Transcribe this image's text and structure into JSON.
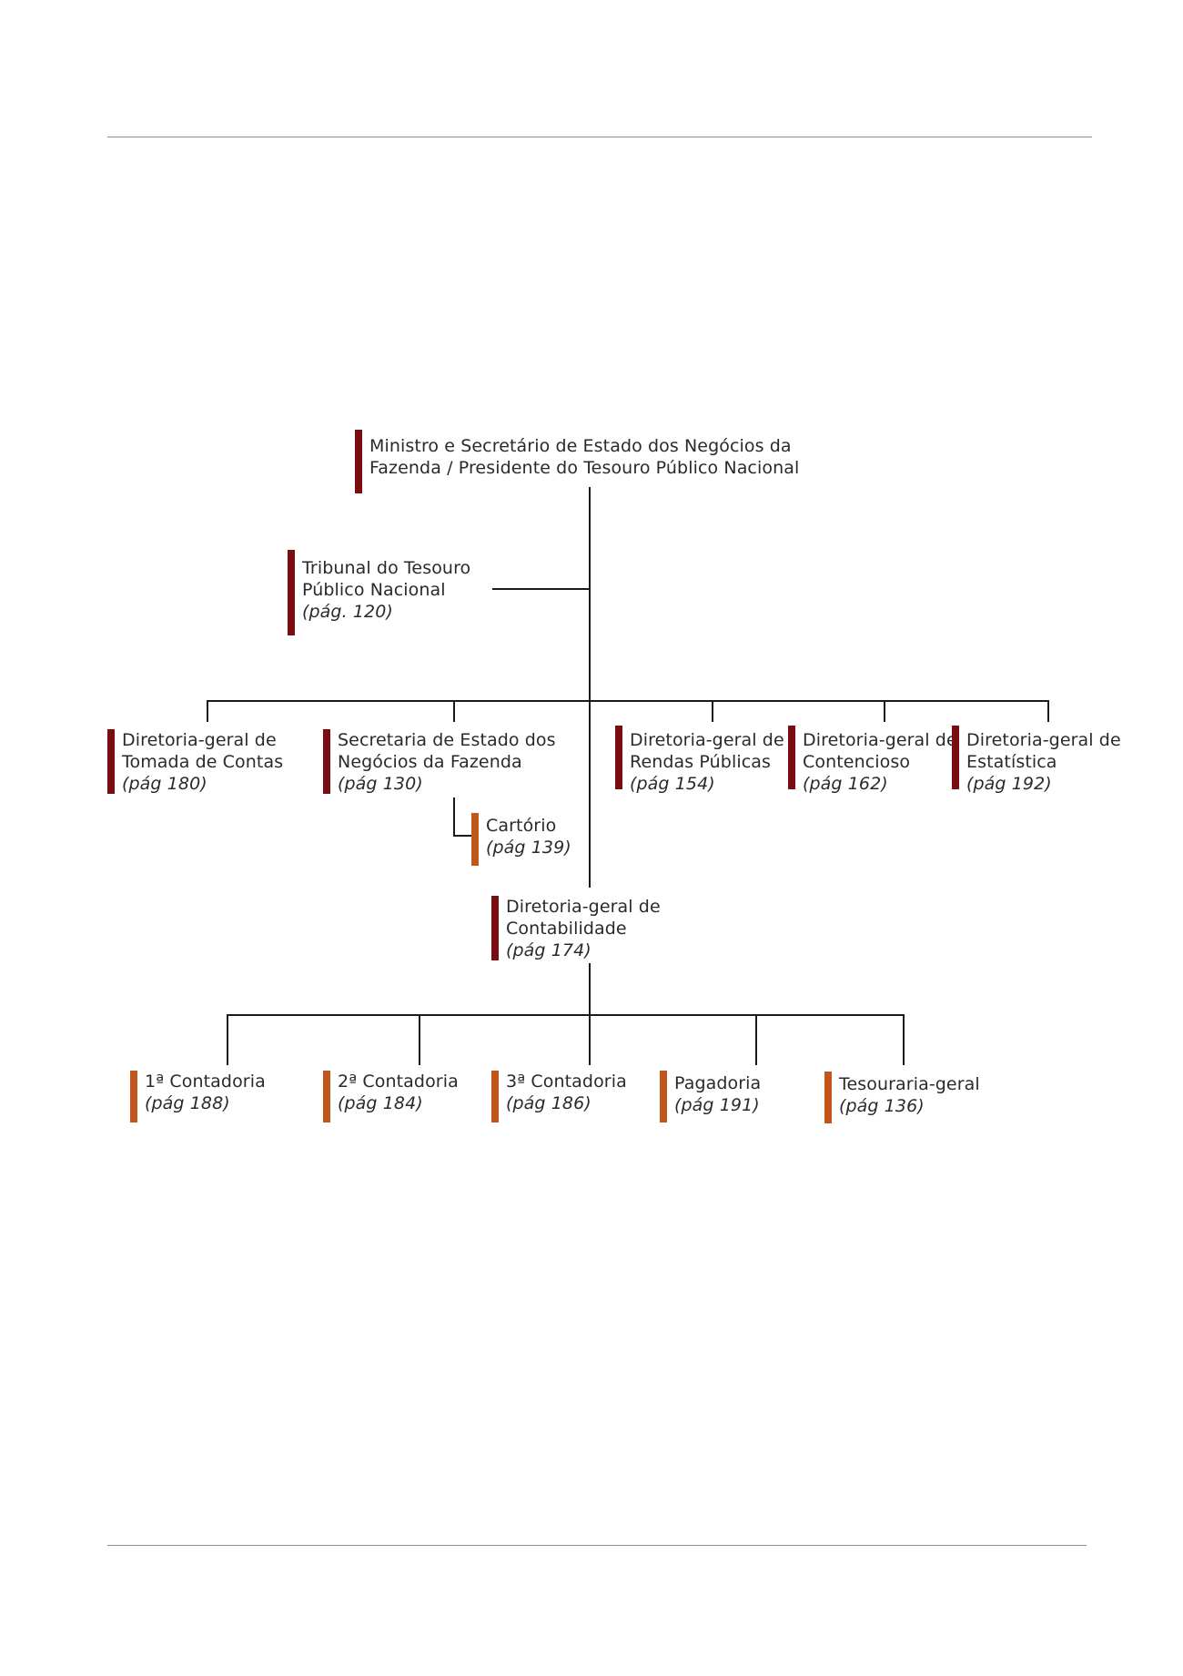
{
  "colors": {
    "primary_bar": "#7a0d12",
    "secondary_bar": "#c0561a",
    "connector": "#1a1a1a",
    "rule": "#8c8c8c"
  },
  "nodes": {
    "ministro": {
      "lines": [
        "Ministro e Secretário de Estado dos Negócios da",
        "Fazenda / Presidente do Tesouro Público Nacional"
      ],
      "page": ""
    },
    "tribunal": {
      "lines": [
        "Tribunal do Tesouro",
        "Público Nacional"
      ],
      "page": "(pág. 120)"
    },
    "tomada_contas": {
      "lines": [
        "Diretoria-geral de",
        "Tomada de Contas"
      ],
      "page": "(pág 180)"
    },
    "secretaria": {
      "lines": [
        "Secretaria de Estado dos",
        "Negócios da Fazenda"
      ],
      "page": "(pág 130)"
    },
    "cartorio": {
      "lines": [
        "Cartório"
      ],
      "page": "(pág 139)"
    },
    "rendas": {
      "lines": [
        "Diretoria-geral de",
        "Rendas Públicas"
      ],
      "page": "(pág 154)"
    },
    "contencioso": {
      "lines": [
        "Diretoria-geral de",
        "Contencioso"
      ],
      "page": "(pág 162)"
    },
    "estatistica": {
      "lines": [
        "Diretoria-geral de",
        "Estatística"
      ],
      "page": "(pág 192)"
    },
    "contabilidade": {
      "lines": [
        "Diretoria-geral de",
        "Contabilidade"
      ],
      "page": "(pág 174)"
    },
    "contadoria1": {
      "lines": [
        "1ª Contadoria"
      ],
      "page": "(pág 188)"
    },
    "contadoria2": {
      "lines": [
        "2ª Contadoria"
      ],
      "page": "(pág 184)"
    },
    "contadoria3": {
      "lines": [
        "3ª Contadoria"
      ],
      "page": "(pág 186)"
    },
    "pagadoria": {
      "lines": [
        "Pagadoria"
      ],
      "page": "(pág 191)"
    },
    "tesouraria": {
      "lines": [
        "Tesouraria-geral"
      ],
      "page": "(pág 136)"
    }
  }
}
